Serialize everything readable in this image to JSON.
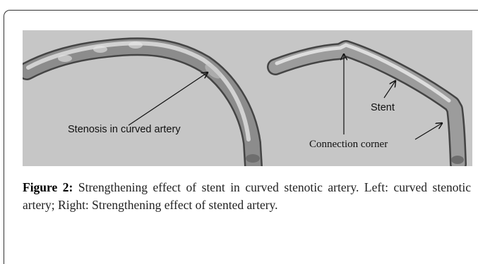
{
  "figure": {
    "left_panel": {
      "annotation": "Stenosis in curved artery"
    },
    "right_panel": {
      "annotation_stent": "Stent",
      "annotation_corner": "Connection corner"
    }
  },
  "caption": {
    "label": "Figure 2:",
    "text": " Strengthening effect of stent in curved stenotic artery. Left: curved stenotic artery; Right: Strengthening effect of stented artery."
  },
  "colors": {
    "figure_background": "#c6c6c6",
    "vessel_dark": "#555555",
    "vessel_light": "#e2e2e2",
    "frame_border": "#333333"
  }
}
